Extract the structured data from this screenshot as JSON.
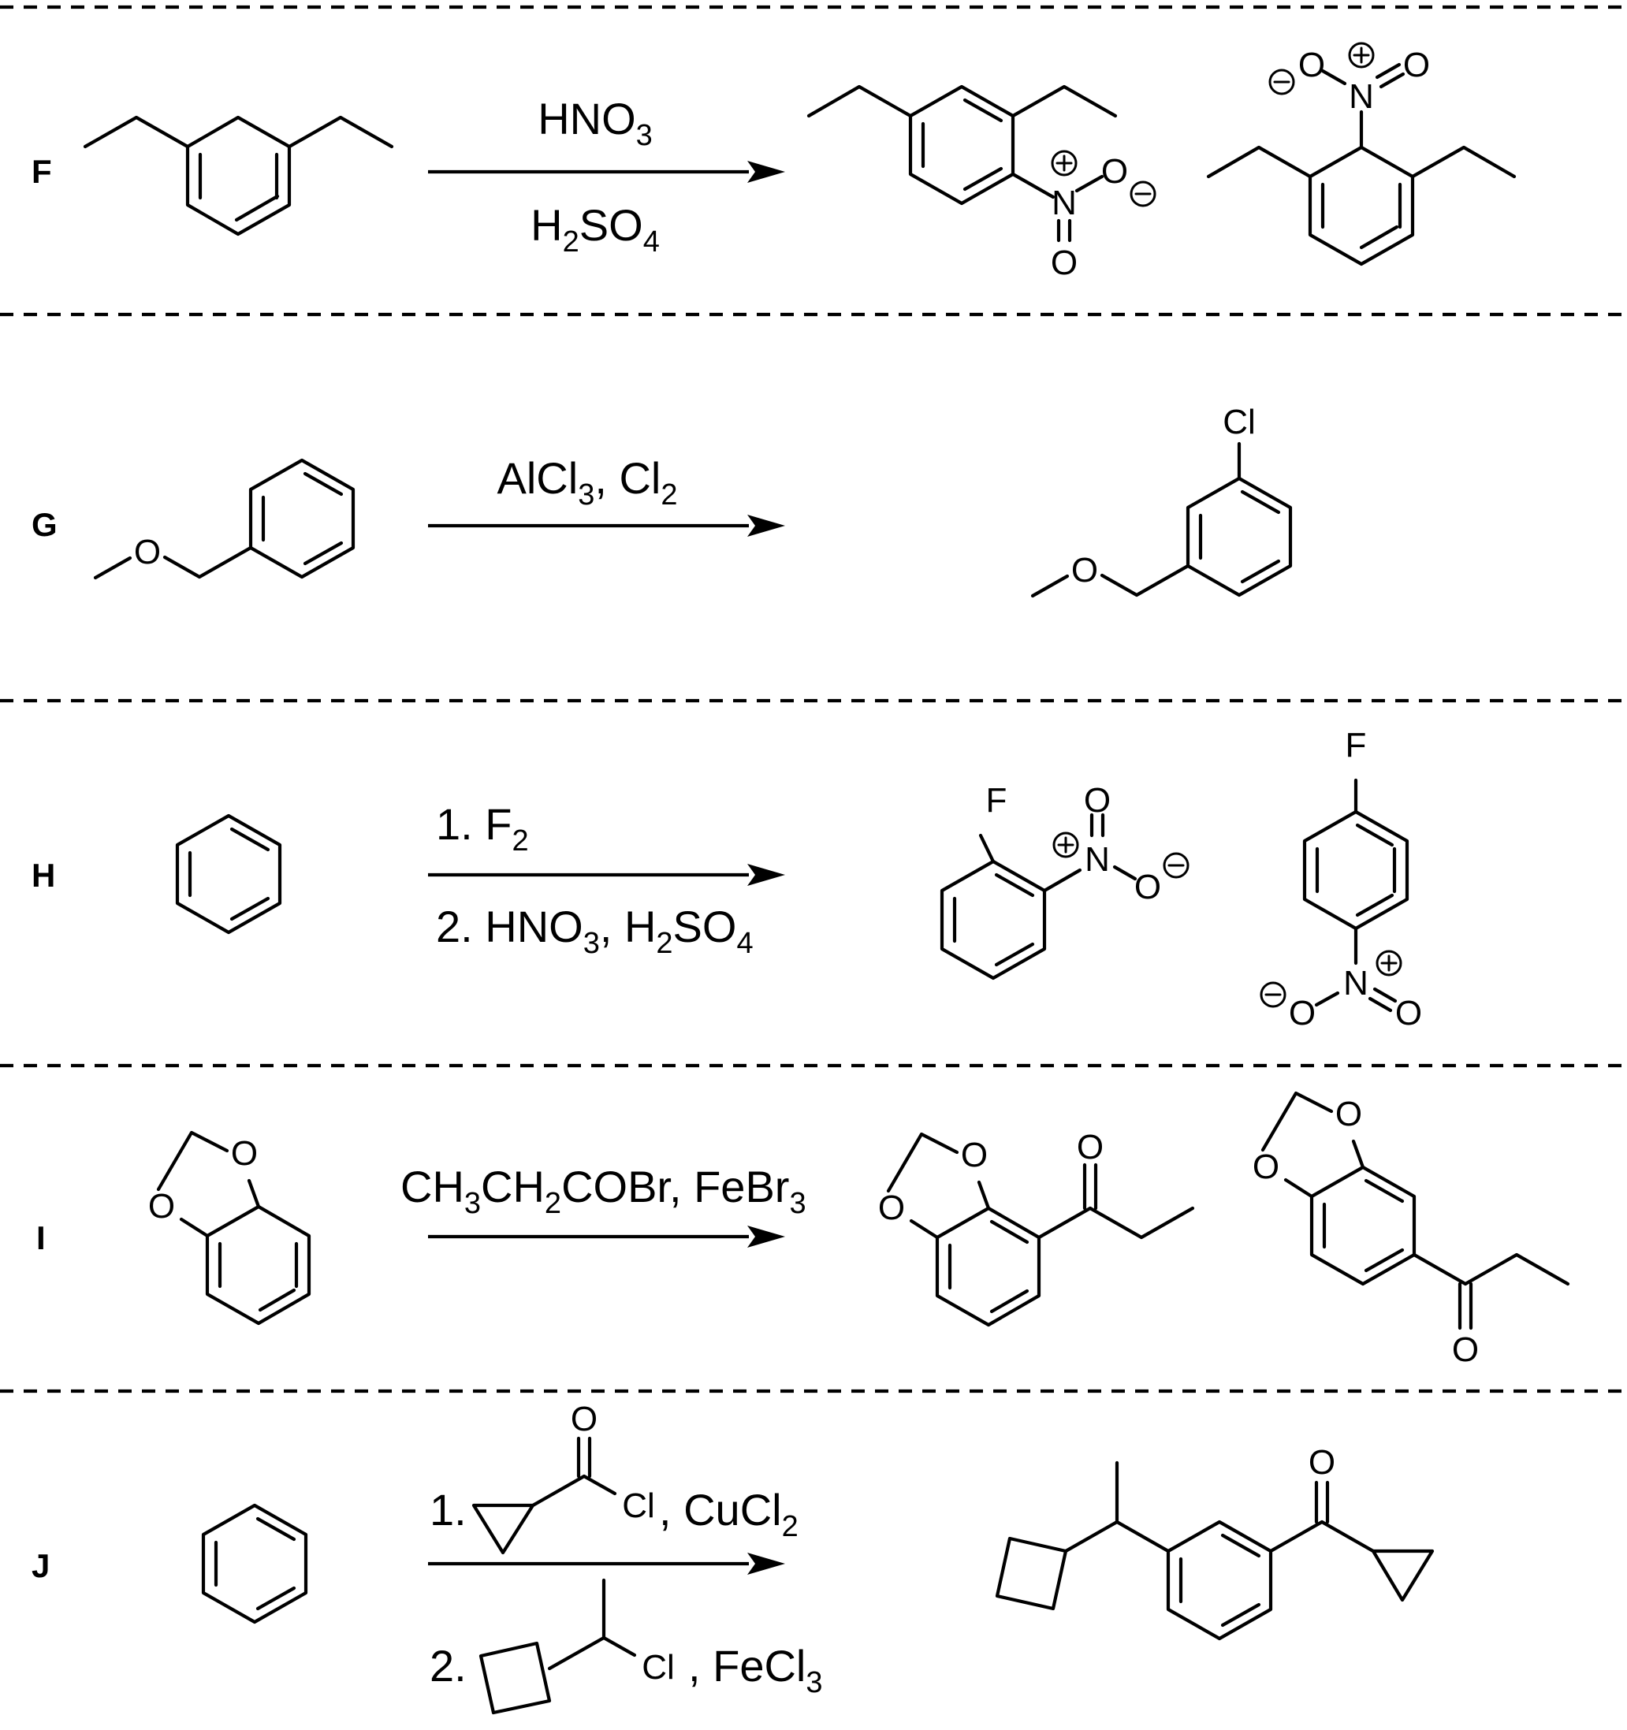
{
  "rows": [
    {
      "label": "F",
      "reagent_top": "HNO3",
      "reagent_bottom": "H2SO4",
      "reagent_top_parts": [
        "HNO",
        "3"
      ],
      "reagent_bottom_parts": [
        "H",
        "2",
        "SO",
        "4"
      ]
    },
    {
      "label": "G",
      "reagent_top": "AlCl3, Cl2",
      "reagent_top_parts": [
        "AlCl",
        "3",
        ", Cl",
        "2"
      ]
    },
    {
      "label": "H",
      "reagent_top": "1. F2",
      "reagent_bottom": "2. HNO3, H2SO4",
      "reagent_top_parts": [
        "1. F",
        "2"
      ],
      "reagent_bottom_parts": [
        "2. HNO",
        "3",
        ", H",
        "2",
        "SO",
        "4"
      ]
    },
    {
      "label": "I",
      "reagent_top": "CH3CH2COBr, FeBr3",
      "reagent_top_parts": [
        "CH",
        "3",
        "CH",
        "2",
        "COBr, FeBr",
        "3"
      ]
    },
    {
      "label": "J",
      "reagent_top": "1. (cyclopropanecarbonyl chloride), CuCl2",
      "reagent_bottom": "2. (1-chloroethyl)cyclobutane, FeCl3",
      "reagent_top_parts": [
        "1.",
        ", CuCl",
        "2"
      ],
      "reagent_bottom_parts": [
        "2.",
        ", FeCl",
        "3"
      ]
    }
  ],
  "atoms": {
    "O": "O",
    "N": "N",
    "F": "F",
    "Cl": "Cl",
    "plus": "+",
    "minus": "−"
  }
}
